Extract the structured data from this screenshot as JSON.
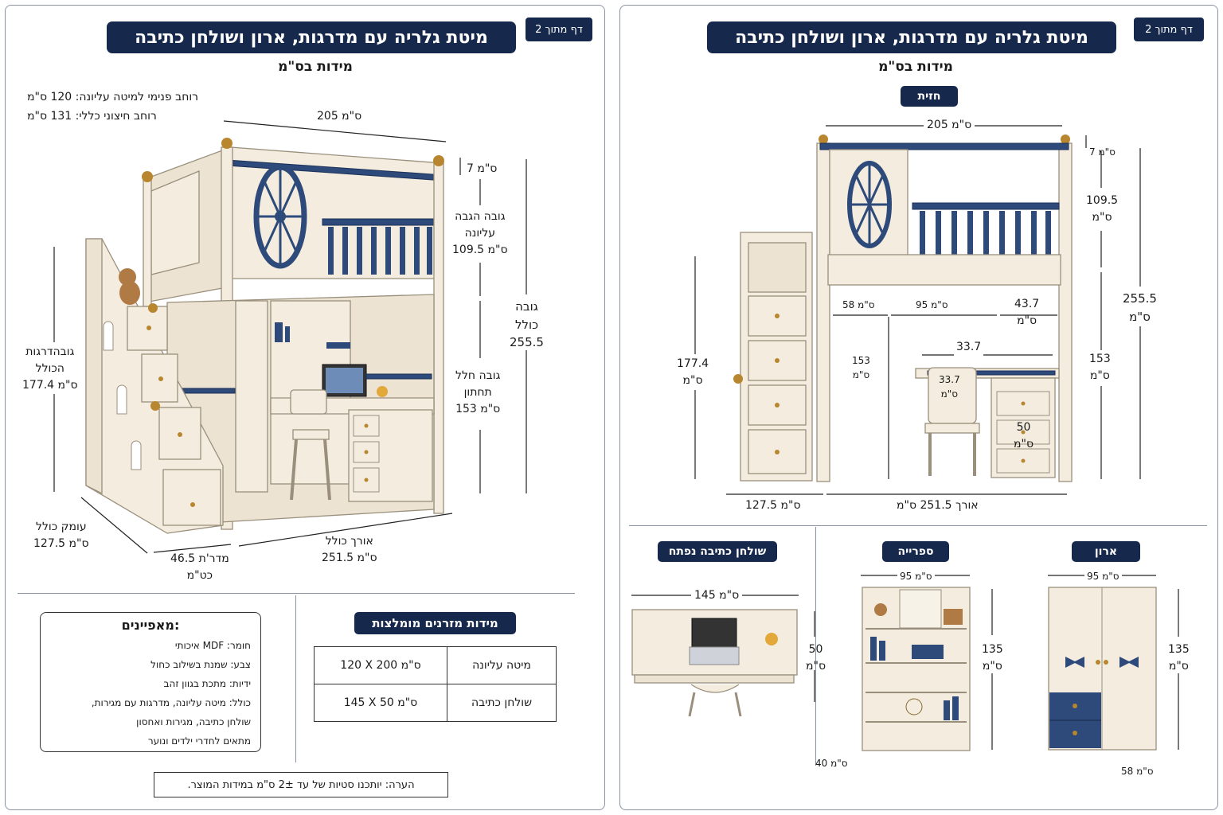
{
  "page_title": "מיטת גלריה עם מדרגות, ארון ושולחן כתיבה",
  "page_tag": "דף מתוך 2",
  "subtitle": "מידות בס\"מ",
  "left": {
    "inner_width": "רוחב פנימי למיטה עליונה: 120 ס\"מ",
    "outer_width": "רוחב חיצוני כללי: 131 ס\"מ",
    "dim_205": "205 ס\"מ",
    "dim_7": "7 ס\"מ",
    "rail_height_l1": "גובה הגבה",
    "rail_height_l2": "עליונה",
    "rail_height_l3": "109.5 ס\"מ",
    "total_height_l1": "גובה",
    "total_height_l2": "כולל",
    "total_height_l3": "255.5",
    "under_height_l1": "גובה חלל",
    "under_height_l2": "תחתון",
    "under_height_l3": "153 ס\"מ",
    "stairs_height_l1": "גובהדרגות",
    "stairs_height_l2": "הכולל",
    "stairs_height_l3": "177.4 ס\"מ",
    "depth_l1": "עומק כולל",
    "depth_l2": "127.5 ס\"מ",
    "step_l1": "46.5 מדר'ת",
    "step_l2": "כט\"מ",
    "length_l1": "אורך כולל",
    "length_l2": "251.5 ס\"מ"
  },
  "mattress": {
    "header": "מידות מזרנים מומלצות",
    "rows": [
      {
        "label": "מיטה עליונה",
        "value": "120 X 200 ס\"מ"
      },
      {
        "label": "שולחן כתיבה",
        "value": "145 X 50 ס\"מ"
      }
    ]
  },
  "features": {
    "title": "מאפיינים:",
    "items": [
      "חומר:   MDF איכותי",
      "צבע:  שמנת בשילוב כחול",
      "ידיות:   מתכת בגוון זהב",
      "כולל: מיטה עליונה, מדרגות עם מגירות,",
      "שולחן כתיבה, מגירות ואחסון",
      "מתאים לחדרי ילדים ונוער"
    ]
  },
  "note": "הערה: יותכנו סטיות של עד 2± ס\"מ במידות המוצר.",
  "right": {
    "front_label": "חזית",
    "dim_205": "205 ס\"מ",
    "dim_7": "7 ס\"מ",
    "dim_1095_a": "109.5",
    "dim_1095_b": "ס\"מ",
    "dim_2555_a": "255.5",
    "dim_2555_b": "ס\"מ",
    "dim_1774_a": "177.4",
    "dim_1774_b": "ס\"מ",
    "dim_58": "58 ס\"מ",
    "dim_95": "95 ס\"מ",
    "dim_437_a": "43.7",
    "dim_437_b": "ס\"מ",
    "dim_153_left_a": "153",
    "dim_153_left_b": "ס\"מ",
    "dim_153_right_a": "153",
    "dim_153_right_b": "ס\"מ",
    "dim_337": "33.7",
    "dim_337_chair_a": "33.7",
    "dim_337_chair_b": "ס\"מ",
    "dim_50_a": "50",
    "dim_50_b": "ס\"מ",
    "dim_1275": "127.5 ס\"מ",
    "dim_2515": "אורך 251.5 ס\"מ"
  },
  "components": {
    "desk": {
      "label": "שולחן כתיבה נפתח",
      "width": "145 ס\"מ",
      "depth_a": "50",
      "depth_b": "ס\"מ"
    },
    "shelf": {
      "label": "ספרייה",
      "width": "95 ס\"מ",
      "height_a": "135",
      "height_b": "ס\"מ",
      "depth": "40 ס\"מ"
    },
    "wardrobe": {
      "label": "ארון",
      "width": "95 ס\"מ",
      "height_a": "135",
      "height_b": "ס\"מ",
      "depth": "58 ס\"מ"
    }
  },
  "colors": {
    "navy": "#16284b",
    "cream": "#f3ecdf",
    "accent_blue": "#2d4a7a",
    "gold": "#b8862e"
  }
}
